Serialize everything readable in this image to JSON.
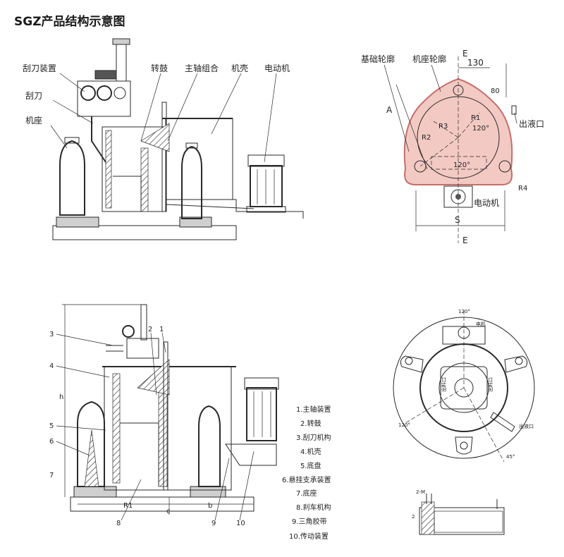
{
  "title": "SGZ产品结构示意图",
  "diagram1": {
    "labels": {
      "scraper_device": "刮刀装置",
      "scraper": "刮刀",
      "base": "机座",
      "drum": "转鼓",
      "spindle": "主轴组合",
      "housing": "机壳",
      "motor": "电动机"
    }
  },
  "diagram2": {
    "labels": {
      "foundation_outline": "基础轮廓",
      "base_outline": "机座轮廓",
      "section_top": "E",
      "section_bottom": "E",
      "dim_130": "130",
      "dim_A": "A",
      "dim_S": "S",
      "r1": "R1",
      "r2": "R2",
      "r3": "R3",
      "r4": "R4",
      "angle_top": "120°",
      "angle_bottom": "120°",
      "outlet": "出液口",
      "motor": "电动机",
      "side_mark": "80"
    }
  },
  "diagram3": {
    "callouts": [
      "3",
      "2",
      "1",
      "4",
      "5",
      "6",
      "7",
      "8",
      "9",
      "10"
    ],
    "dims": {
      "h": "h",
      "r1": "R1",
      "c": "c",
      "b": "b"
    },
    "legend": [
      "1.主轴装置",
      "2.转鼓",
      "3.刮刀机构",
      "4.机壳",
      "5.底盘",
      "6.悬挂支承装置",
      "7.底座",
      "8.刹车机构",
      "9.三角胶带",
      "10.传动装置"
    ]
  },
  "diagram4": {
    "labels": {
      "angle_top": "120°",
      "angle_left": "120°",
      "angle_right": "45°",
      "outlet": "出液口",
      "tag": "电机",
      "inner_left": "出料口",
      "inner_right": "出料口"
    }
  },
  "diagram5": {
    "labels": {
      "top_dim": "2-M",
      "side_dim": "2"
    }
  }
}
